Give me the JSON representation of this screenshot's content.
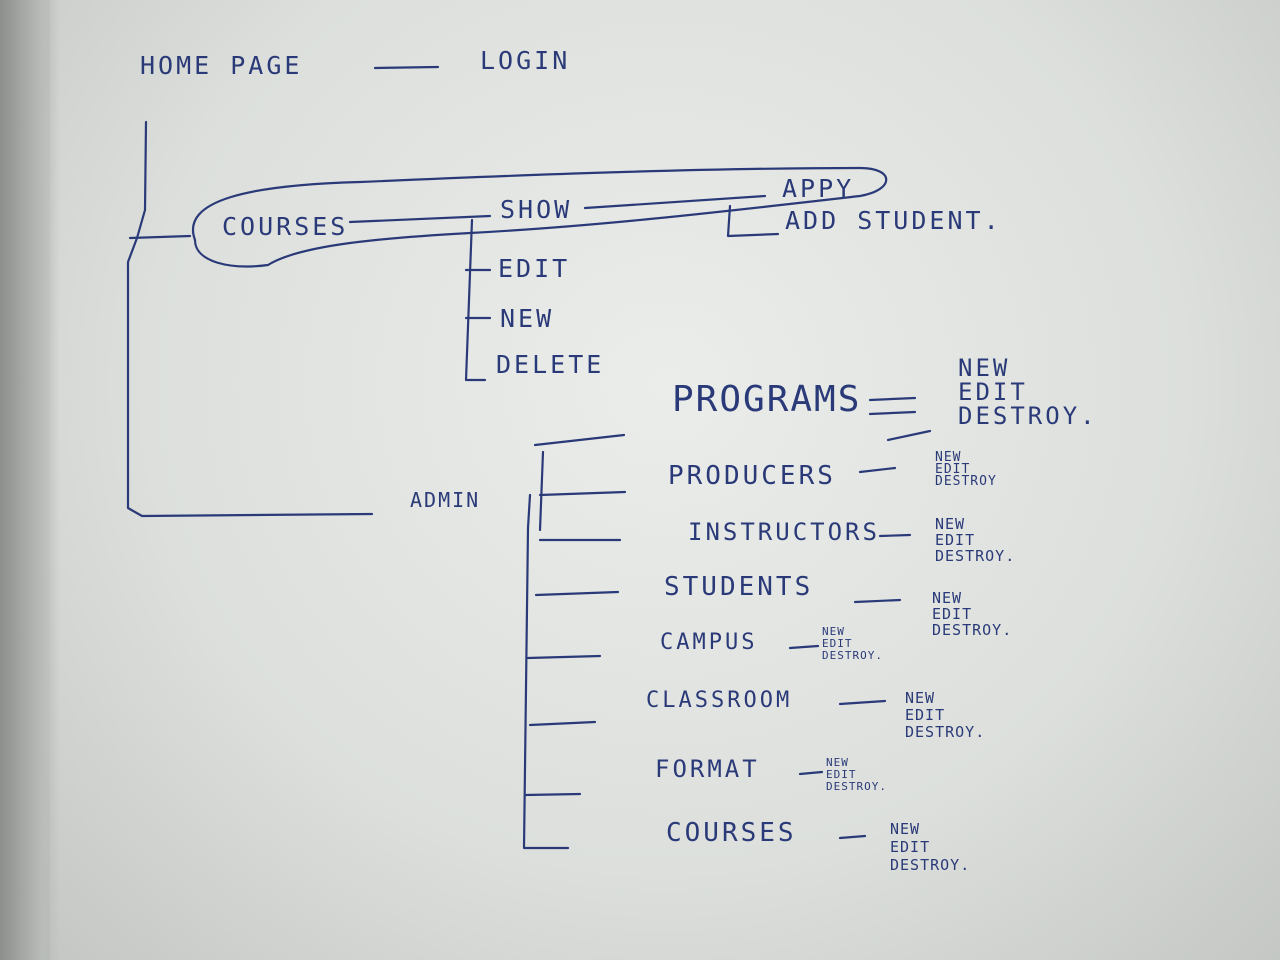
{
  "home_page": "HOME PAGE",
  "login": "LOGIN",
  "courses": {
    "label": "COURSES",
    "show": "SHOW",
    "apply": "APPY",
    "add_student": "ADD STUDENT.",
    "edit": "EDIT",
    "new": "NEW",
    "delete": "DELETE"
  },
  "admin": {
    "label": "ADMIN",
    "sections": [
      {
        "name": "PROGRAMS",
        "actions": [
          "NEW",
          "EDIT",
          "DESTROY."
        ]
      },
      {
        "name": "PRODUCERS",
        "actions": [
          "NEW",
          "EDIT",
          "DESTROY"
        ]
      },
      {
        "name": "INSTRUCTORS",
        "actions": [
          "NEW",
          "EDIT",
          "DESTROY."
        ]
      },
      {
        "name": "STUDENTS",
        "actions": [
          "NEW",
          "EDIT",
          "DESTROY."
        ]
      },
      {
        "name": "CAMPUS",
        "actions": [
          "NEW",
          "EDIT",
          "DESTROY."
        ]
      },
      {
        "name": "CLASSROOM",
        "actions": [
          "NEW",
          "EDIT",
          "DESTROY."
        ]
      },
      {
        "name": "FORMAT",
        "actions": [
          "NEW",
          "EDIT",
          "DESTROY."
        ]
      },
      {
        "name": "COURSES",
        "actions": [
          "NEW",
          "EDIT",
          "DESTROY."
        ]
      }
    ]
  },
  "colors": {
    "ink": "#2a3a78",
    "paper": "#e4e6e4"
  }
}
